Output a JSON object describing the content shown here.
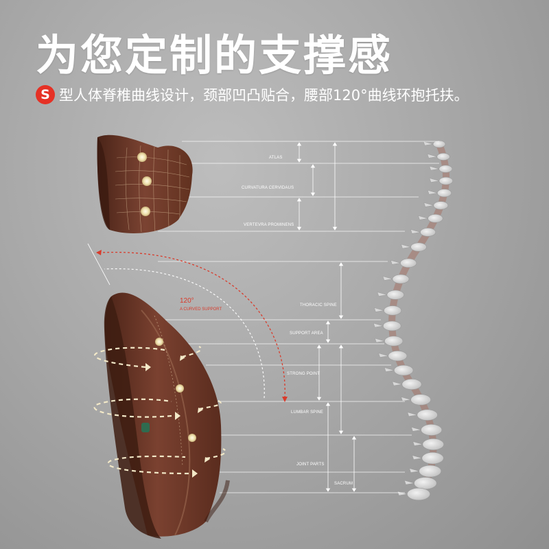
{
  "headline": "为您定制的支撑感",
  "subline": {
    "badge": "S",
    "text": "型人体脊椎曲线设计，颈部凹凸贴合，腰部120°曲线环抱托扶。"
  },
  "neck_labels": {
    "atlas": "ATLAS",
    "curvatura": "CURVATURA CERVIDAUS",
    "vertevra": "VERTEVRA PROMINENS"
  },
  "back_labels": {
    "thoracic": "THORACIC SPINE",
    "support": "SUPPORT AREA",
    "strong": "STRONG POINT",
    "lumbar": "LUMBAR SPINE",
    "joint": "JOINT PARTS",
    "sacrum": "SACRUM"
  },
  "angle": {
    "degree": "120°",
    "caption": "A CURVED SUPPORT"
  },
  "colors": {
    "cushion_brown": "#6b3828",
    "accent_red": "#e53125",
    "guide_line": "#ffffff"
  }
}
